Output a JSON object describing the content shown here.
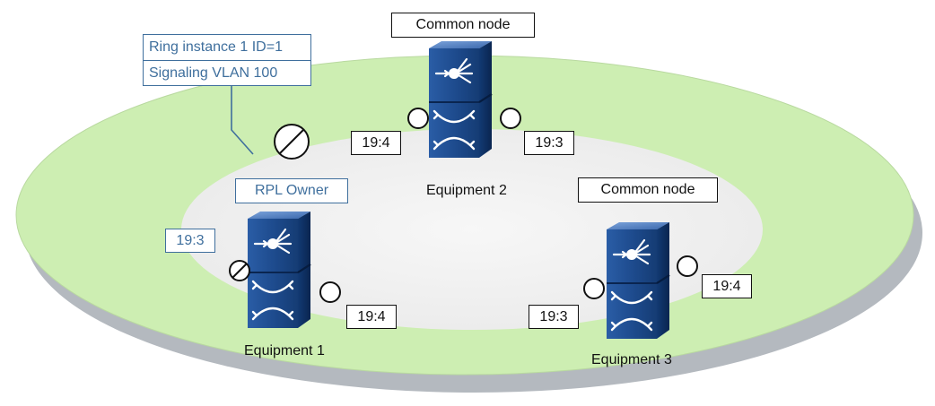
{
  "ring": {
    "instance_label": "Ring instance 1 ID=1",
    "signaling_label": "Signaling VLAN 100",
    "ring_color": "#cdeeb2",
    "ring_shadow_color": "#b4b9bf",
    "inner_color": "#f0f0f0"
  },
  "rpl_owner_label": "RPL Owner",
  "equipment": [
    {
      "name": "Equipment 2",
      "role": "Common node",
      "ports": [
        "19:4",
        "19:3"
      ]
    },
    {
      "name": "Equipment 1",
      "role": "RPL Owner",
      "ports": [
        "19:3",
        "19:4"
      ]
    },
    {
      "name": "Equipment 3",
      "role": "Common node",
      "ports": [
        "19:3",
        "19:4"
      ]
    }
  ],
  "colors": {
    "device_front": "#1d4a8c",
    "device_side": "#0c2c5e",
    "device_top": "#5a86c4",
    "annotation_blue": "#3f6f9d"
  }
}
